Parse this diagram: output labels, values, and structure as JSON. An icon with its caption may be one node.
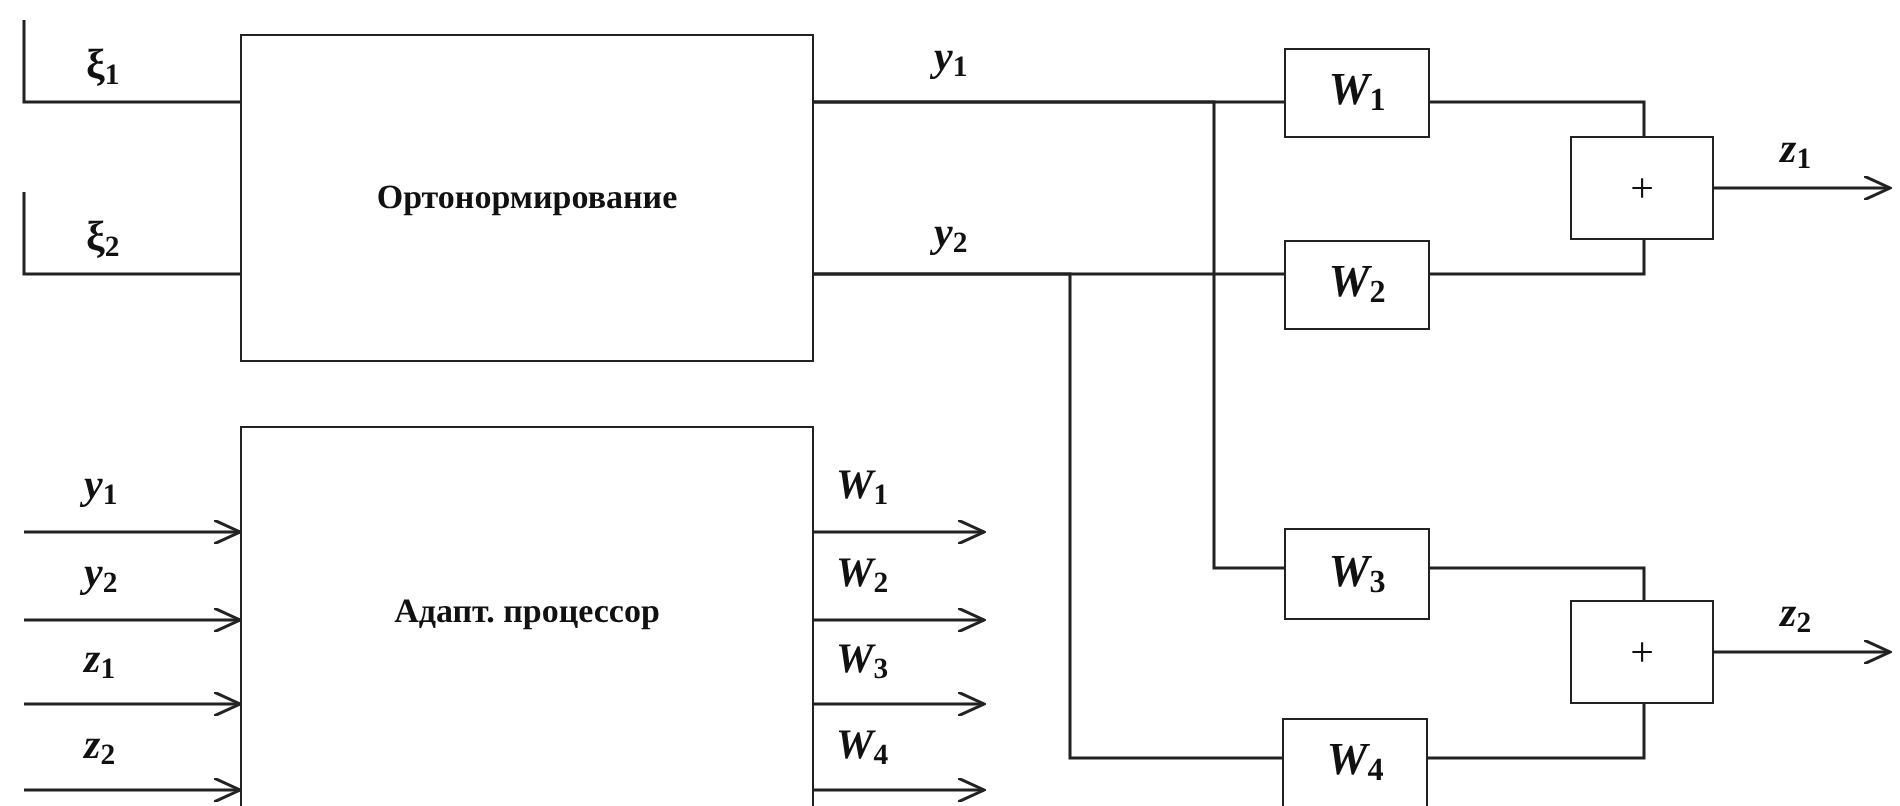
{
  "diagram": {
    "nodes": [
      {
        "text": [
          "Ортонормирование"
        ]
      },
      {
        "text": [
          "*W*$_{1}$"
        ]
      },
      {
        "text": [
          "*W*$_{2}$"
        ]
      },
      {
        "text": [
          "+"
        ]
      },
      {
        "text": [
          "*W*$_{3}$"
        ]
      },
      {
        "text": [
          "+"
        ]
      },
      {
        "text": [
          "*W*$_{4}$"
        ]
      },
      {
        "text": [
          "Адапт. процессор"
        ]
      }
    ],
    "edges": [
      {
        "from": null,
        "to": 0,
        "arrow": "none",
        "label": "ξ$_{1}$"
      },
      {
        "from": null,
        "to": 0,
        "arrow": "none",
        "label": "ξ$_{2}$"
      },
      {
        "from": 0,
        "to": 1,
        "arrow": "none",
        "label": "*y*$_{1}$"
      },
      {
        "from": 0,
        "to": 2,
        "arrow": "none",
        "label": "*y*$_{2}$"
      },
      {
        "from": 0,
        "to": 4,
        "arrow": "none"
      },
      {
        "from": 0,
        "to": 6,
        "arrow": "none"
      },
      {
        "from": 1,
        "to": 3,
        "arrow": "none"
      },
      {
        "from": 2,
        "to": 3,
        "arrow": "none"
      },
      {
        "from": 4,
        "to": 5,
        "arrow": "none"
      },
      {
        "from": 6,
        "to": 5,
        "arrow": "none"
      },
      {
        "from": 3,
        "to": null,
        "arrow": "to",
        "label": "*z*$_{1}$"
      },
      {
        "from": 5,
        "to": null,
        "arrow": "to",
        "label": "*z*$_{2}$"
      },
      {
        "from": null,
        "to": 7,
        "arrow": "to",
        "label": "*y*$_{1}$"
      },
      {
        "from": null,
        "to": 7,
        "arrow": "to",
        "label": "*y*$_{2}$"
      },
      {
        "from": null,
        "to": 7,
        "arrow": "to",
        "label": "*z*$_{1}$"
      },
      {
        "from": null,
        "to": 7,
        "arrow": "to",
        "label": "*z*$_{2}$"
      },
      {
        "from": 7,
        "to": null,
        "arrow": "to",
        "label": "*W*$_{1}$"
      },
      {
        "from": 7,
        "to": null,
        "arrow": "to",
        "label": "*W*$_{2}$"
      },
      {
        "from": 7,
        "to": null,
        "arrow": "to",
        "label": "*W*$_{3}$"
      },
      {
        "from": 7,
        "to": null,
        "arrow": "to",
        "label": "*W*$_{4}$"
      }
    ]
  }
}
